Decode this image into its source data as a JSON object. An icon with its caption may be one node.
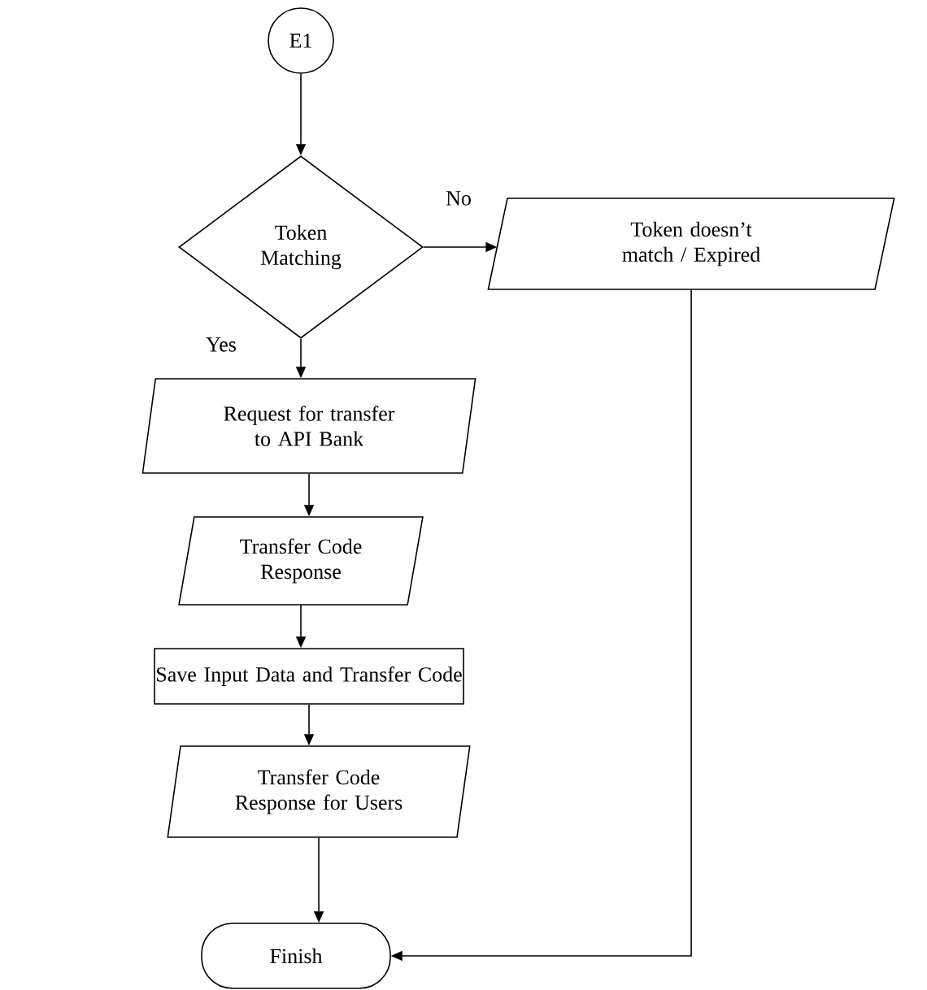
{
  "diagram": {
    "nodes": [
      {
        "text": [
          "E1"
        ]
      },
      {
        "text": [
          "Token Matching"
        ]
      },
      {
        "text": [
          "Token doesn’t match / Expired"
        ]
      },
      {
        "text": [
          "Request for transfer to API Bank"
        ]
      },
      {
        "text": [
          "Transfer Code Response"
        ]
      },
      {
        "text": [
          "Save Input Data and Transfer Code"
        ]
      },
      {
        "text": [
          "Transfer Code Response for Users"
        ]
      },
      {
        "text": [
          "Finish"
        ]
      }
    ],
    "edges": [
      {
        "from": 0,
        "to": 1,
        "arrow": "to"
      },
      {
        "from": 1,
        "to": 2,
        "arrow": "to",
        "label": "No"
      },
      {
        "from": 1,
        "to": 3,
        "arrow": "to",
        "label": "Yes"
      },
      {
        "from": 3,
        "to": 4,
        "arrow": "to"
      },
      {
        "from": 4,
        "to": 5,
        "arrow": "to"
      },
      {
        "from": 5,
        "to": 6,
        "arrow": "to"
      },
      {
        "from": 6,
        "to": 7,
        "arrow": "to"
      },
      {
        "from": 2,
        "to": 7,
        "arrow": "to"
      }
    ]
  }
}
